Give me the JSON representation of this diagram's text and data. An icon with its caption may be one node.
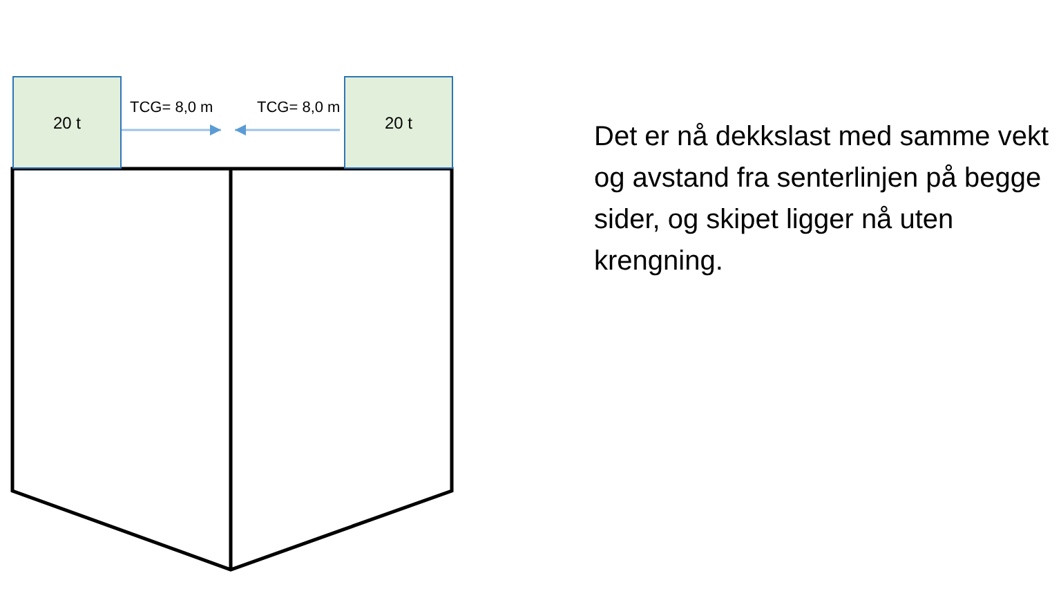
{
  "diagram": {
    "nodes": [
      {
        "text": [
          "20 t"
        ]
      },
      {
        "text": [
          "20 t"
        ]
      }
    ],
    "labels": [
      "TCG= 8,0 m",
      "TCG= 8,0 m",
      "Det er nå dekkslast med samme vekt og avstand fra senterlinjen på begge sider, og skipet ligger nå uten krengning."
    ]
  }
}
